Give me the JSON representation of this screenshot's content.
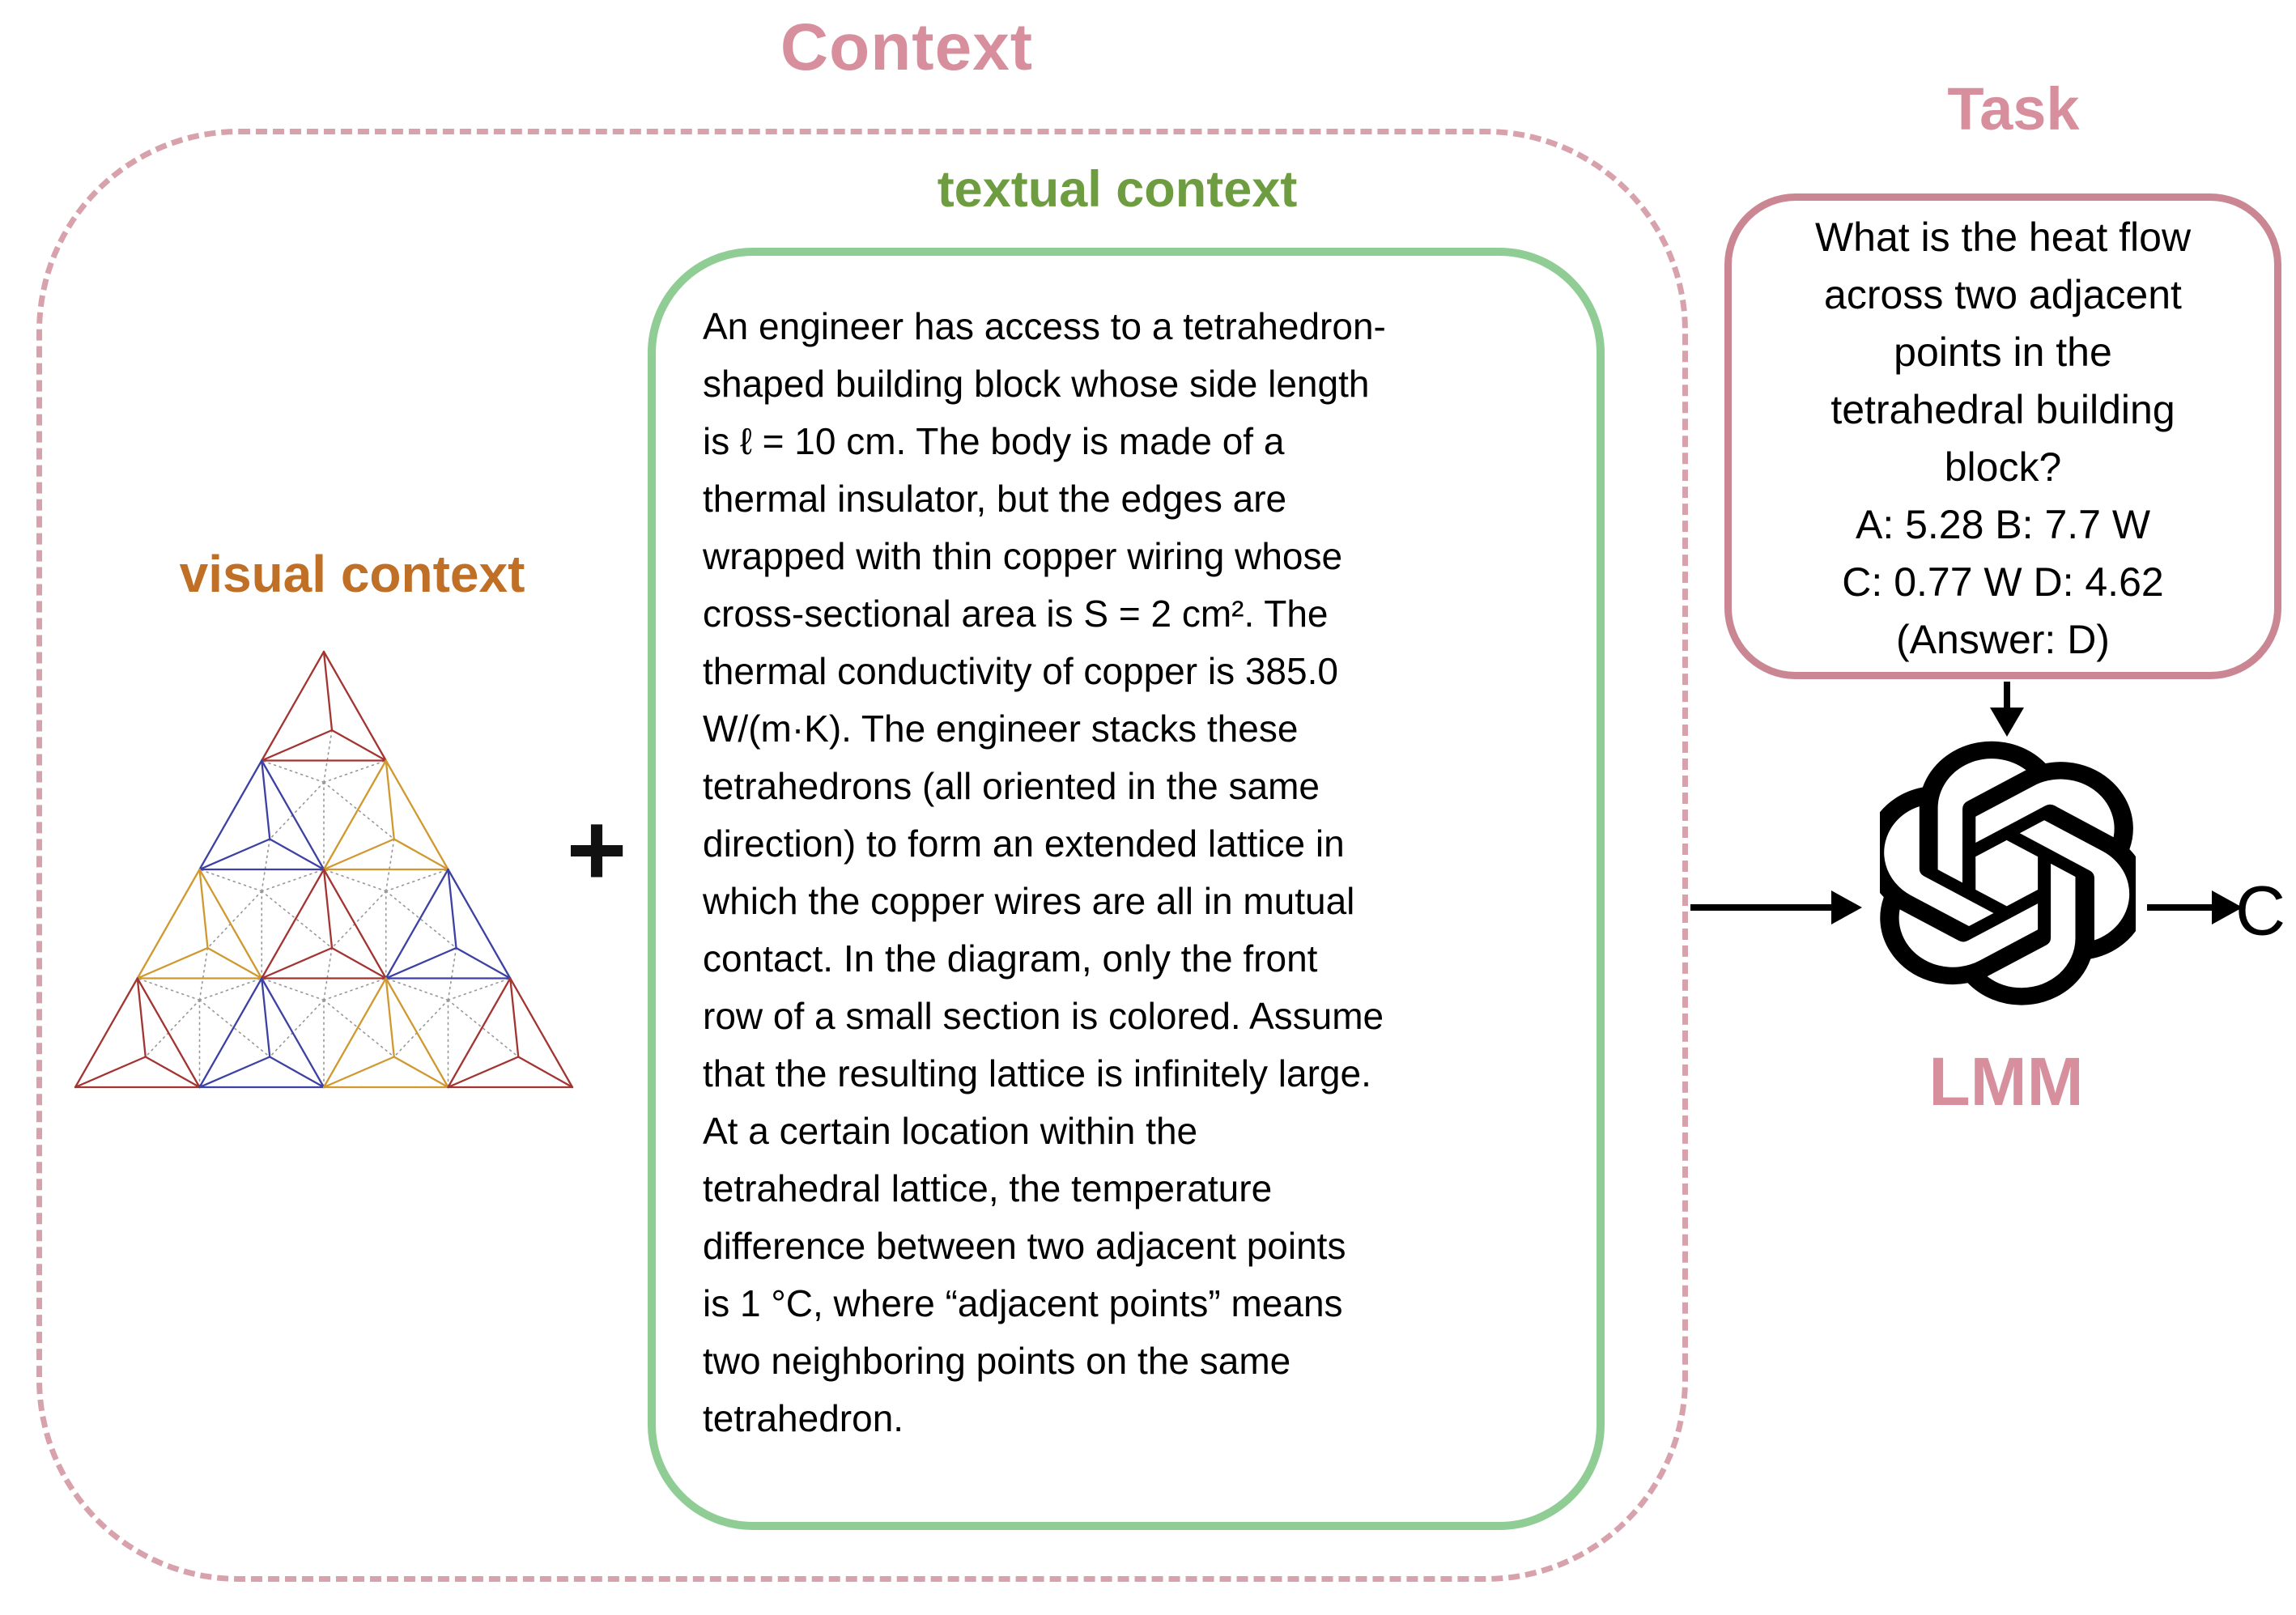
{
  "titles": {
    "context": "Context",
    "task": "Task",
    "lmm": "LMM"
  },
  "labels": {
    "textual_context": "textual context",
    "visual_context": "visual context",
    "plus": "+"
  },
  "textual_context": {
    "lines": [
      "An engineer has access to a tetrahedron-",
      "shaped building block whose side length",
      "is ℓ = 10 cm. The body is made of a",
      "thermal insulator, but the edges are",
      "wrapped with thin copper wiring whose",
      "cross-sectional area is S = 2 cm². The",
      "thermal conductivity of copper is 385.0",
      "W/(m·K). The engineer stacks these",
      "tetrahedrons (all oriented in the same",
      "direction) to form an extended lattice in",
      "which the copper wires are all in mutual",
      "contact. In the diagram, only the front",
      "row of a small section is colored. Assume",
      "that the resulting lattice is infinitely large.",
      "At a certain location within the",
      "tetrahedral lattice, the temperature",
      "difference between two adjacent points",
      "is 1 °C, where “adjacent points” means",
      "two neighboring points on the same",
      "tetrahedron."
    ]
  },
  "task": {
    "lines": [
      "What is the heat flow",
      "across two adjacent",
      "points in the",
      "tetrahedral building",
      "block?",
      "A: 5.28 B: 7.7 W",
      "C: 0.77 W D: 4.62",
      "(Answer: D)"
    ]
  },
  "output": {
    "answer": "C"
  },
  "icons": {
    "model_logo": "openai-logo-icon",
    "arrow_down": "arrow-down-icon",
    "arrow_context_to_model": "arrow-right-icon",
    "arrow_model_to_answer": "arrow-right-icon"
  },
  "colors": {
    "pink_text": "#d78f9e",
    "pink_dashed_border": "#d8a2ac",
    "pink_task_border": "#ca8793",
    "green_border": "#8fcd95",
    "green_text": "#6e9c40",
    "orange_text": "#bf6f26",
    "black": "#000000"
  },
  "lattice": {
    "row_colors": [
      [
        "red"
      ],
      [
        "blue",
        "gold"
      ],
      [
        "gold",
        "red",
        "blue"
      ],
      [
        "red",
        "blue",
        "gold",
        "red"
      ]
    ],
    "palette": {
      "red": "#a23432",
      "blue": "#3c41a3",
      "gold": "#d0992f",
      "back": "#979797"
    }
  }
}
